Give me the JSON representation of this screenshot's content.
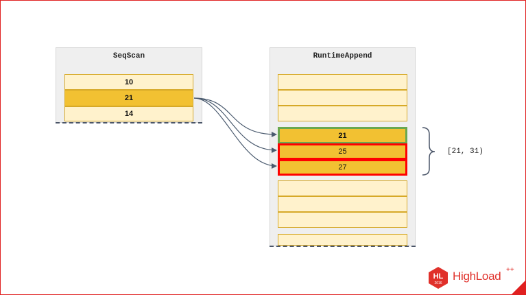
{
  "seqscan": {
    "title": "SeqScan",
    "rows": [
      "10",
      "21",
      "14"
    ]
  },
  "runtime_append": {
    "title": "RuntimeAppend",
    "highlighted": [
      "21",
      "25",
      "27"
    ]
  },
  "range": {
    "label": "[21, 31)"
  },
  "logo": {
    "hl": "HL",
    "year": "2016",
    "name": "HighLoad",
    "plus": "++"
  },
  "colors": {
    "frame": "#e02020",
    "cell_light": "#fff2cc",
    "cell_dark": "#f2c132",
    "match_border": "#6aa84f",
    "nomatch_border": "#ff0000",
    "arrow": "#4a5a6e"
  }
}
